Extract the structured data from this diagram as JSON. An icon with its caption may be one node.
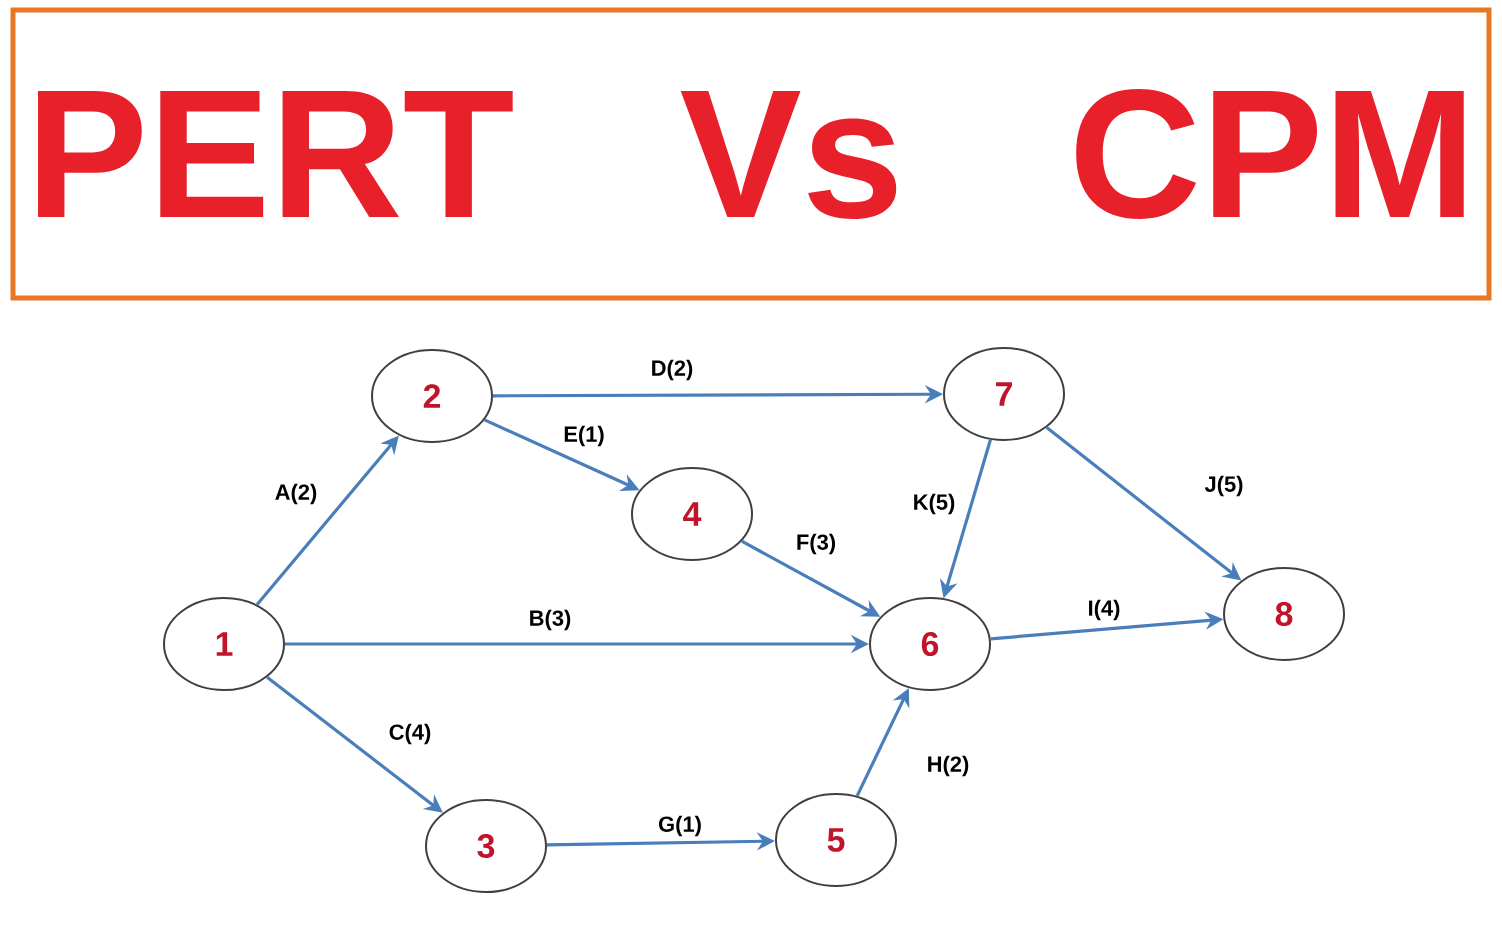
{
  "diagram": {
    "title": "PERT Vs CPM",
    "nodes": [
      {
        "text": [
          "1"
        ]
      },
      {
        "text": [
          "2"
        ]
      },
      {
        "text": [
          "3"
        ]
      },
      {
        "text": [
          "4"
        ]
      },
      {
        "text": [
          "5"
        ]
      },
      {
        "text": [
          "6"
        ]
      },
      {
        "text": [
          "7"
        ]
      },
      {
        "text": [
          "8"
        ]
      }
    ],
    "edges": [
      {
        "from": 0,
        "to": 1,
        "arrow": "to",
        "label": "A(2)"
      },
      {
        "from": 0,
        "to": 5,
        "arrow": "to",
        "label": "B(3)"
      },
      {
        "from": 0,
        "to": 2,
        "arrow": "to",
        "label": "C(4)"
      },
      {
        "from": 1,
        "to": 6,
        "arrow": "to",
        "label": "D(2)"
      },
      {
        "from": 1,
        "to": 3,
        "arrow": "to",
        "label": "E(1)"
      },
      {
        "from": 3,
        "to": 5,
        "arrow": "to",
        "label": "F(3)"
      },
      {
        "from": 2,
        "to": 4,
        "arrow": "to",
        "label": "G(1)"
      },
      {
        "from": 4,
        "to": 5,
        "arrow": "to",
        "label": "H(2)"
      },
      {
        "from": 5,
        "to": 7,
        "arrow": "to",
        "label": "I(4)"
      },
      {
        "from": 6,
        "to": 7,
        "arrow": "to",
        "label": "J(5)"
      },
      {
        "from": 6,
        "to": 5,
        "arrow": "to",
        "label": "K(5)"
      }
    ]
  }
}
